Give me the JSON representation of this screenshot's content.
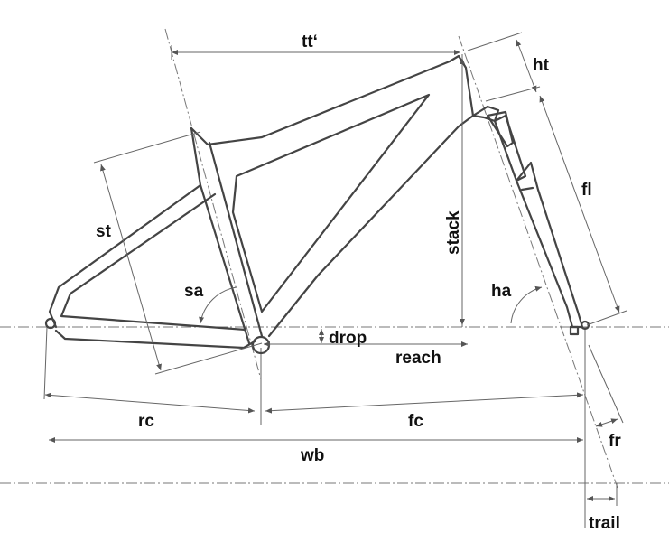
{
  "labels": {
    "tt": "tt‘",
    "ht": "ht",
    "st": "st",
    "fl": "fl",
    "sa": "sa",
    "stack": "stack",
    "ha": "ha",
    "drop": "drop",
    "reach": "reach",
    "rc": "rc",
    "fc": "fc",
    "wb": "wb",
    "fr": "fr",
    "trail": "trail"
  }
}
